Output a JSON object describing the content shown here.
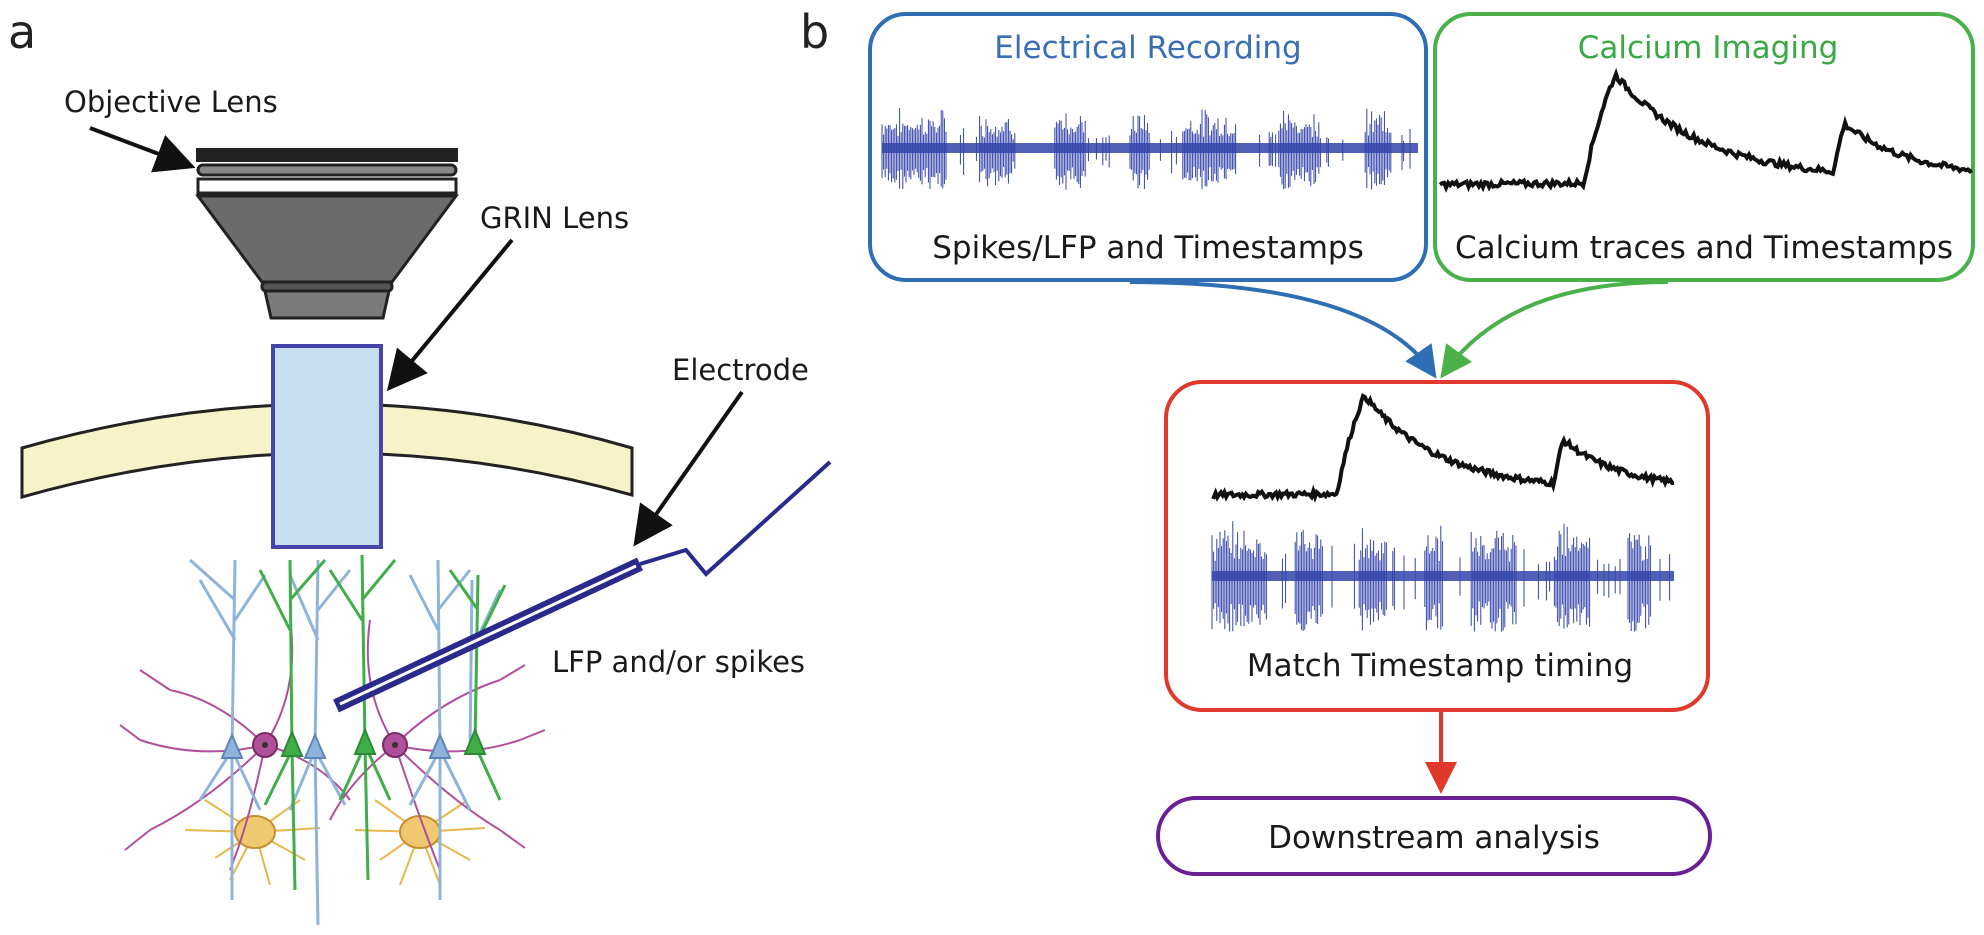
{
  "panel_a": {
    "letter": "a",
    "labels": {
      "objective_lens": "Objective Lens",
      "grin_lens": "GRIN Lens",
      "electrode": "Electrode",
      "lfp_spikes": "LFP and/or spikes"
    }
  },
  "panel_b": {
    "letter": "b",
    "electrical_box": {
      "title": "Electrical Recording",
      "caption": "Spikes/LFP and Timestamps"
    },
    "calcium_box": {
      "title": "Calcium Imaging",
      "caption": "Calcium traces and Timestamps"
    },
    "match_box": {
      "caption": "Match Timestamp timing"
    },
    "analysis_box": {
      "caption": "Downstream analysis"
    }
  },
  "colors": {
    "electrical": "#2f6db5",
    "calcium": "#4ab04a",
    "match": "#e0392b",
    "analysis": "#6a1f96",
    "spike_trace": "#3344aa",
    "calcium_trace": "#111111",
    "grin": "#c5dff0",
    "skull": "#f7f3c8",
    "electrode": "#2a2a8c"
  },
  "icons": {
    "objective": "objective-lens-icon",
    "grin": "grin-lens-icon",
    "electrode": "electrode-icon",
    "neurons": "neurons-illustration"
  }
}
